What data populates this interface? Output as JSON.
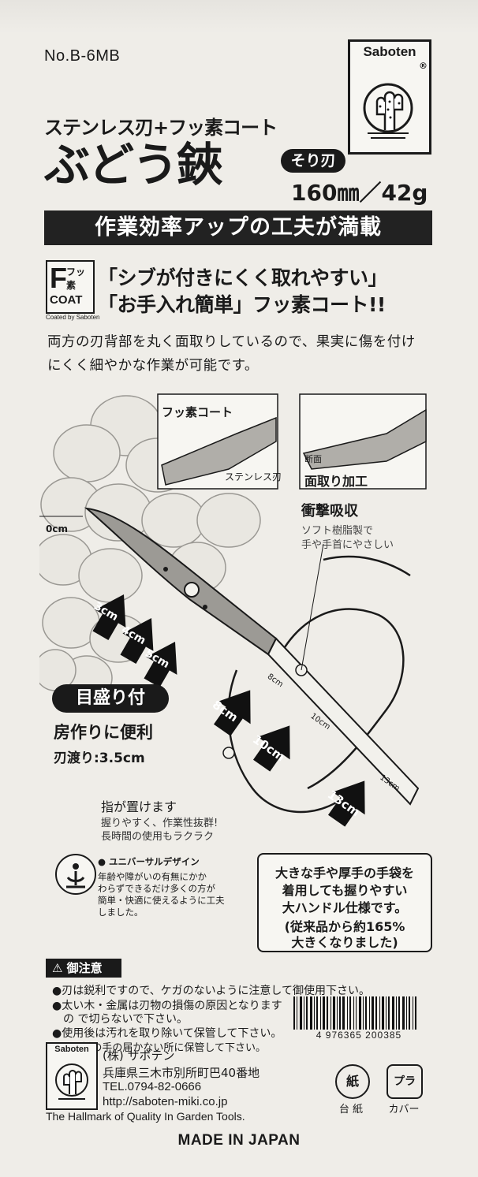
{
  "header": {
    "sku": "No.B-6MB",
    "brand": "Saboten",
    "registered": "®",
    "subtitle": "ステンレス刃+フッ素コート",
    "title": "ぶどう鋏",
    "blade_badge": "そり刃",
    "spec": "160㎜／42g"
  },
  "banner": "作業効率アップの工夫が満載",
  "fcoat": {
    "letter": "F",
    "small": "フッ素",
    "coat": "COAT",
    "coated_by": "Coated by Saboten"
  },
  "claims": [
    "「シブが付きにくく取れやすい」",
    "「お手入れ簡単」フッ素コート!!"
  ],
  "description": [
    "両方の刃背部を丸く面取りしているので、果実に傷を付け",
    "にくく細やかな作業が可能です。"
  ],
  "illustration": {
    "inset1_label_top": "フッ素コート",
    "inset1_label_bottom": "ステンレス刃",
    "inset2_label_small": "断面",
    "inset2_label": "面取り加工",
    "shock_title": "衝撃吸収",
    "shock_text": [
      "ソフト樹脂製で",
      "手や手首にやさしい"
    ],
    "zero_mark": "0cm",
    "arrows": [
      "3cm",
      "4cm",
      "5cm",
      "8cm",
      "10cm",
      "13cm"
    ],
    "blade_scale": [
      "8cm",
      "10cm",
      "13cm"
    ]
  },
  "graduation": {
    "badge": "目盛り付",
    "title": "房作りに便利",
    "blade_length": "刃渡り:3.5cm"
  },
  "finger_rest": {
    "title": "指が置けます",
    "lines": [
      "握りやすく、作業性抜群!",
      "長時間の使用もラクラク"
    ]
  },
  "universal_design": {
    "title": "● ユニバーサルデザイン",
    "lines": [
      "年齢や障がいの有無にかか",
      "わらずできるだけ多くの方が",
      "簡単・快適に使えるように工夫",
      "しました。"
    ]
  },
  "big_handle": {
    "lines": [
      "大きな手や厚手の手袋を",
      "着用しても握りやすい",
      "大ハンドル仕様です。",
      "(従来品から約165%",
      "大きくなりました)"
    ]
  },
  "caution": {
    "title": "⚠ 御注意",
    "items": [
      "●刃は鋭利ですので、ケガのないように注意して御使用下さい。",
      "●太い木・金属は刃物の損傷の原因となります",
      "　の で切らないで下さい。",
      "●使用後は汚れを取り除いて保管して下さい。",
      "●お子様の手の届かない所に保管して下さい。"
    ]
  },
  "barcode_number": "4 976365 200385",
  "company": {
    "logo_text": "Saboten",
    "name": "(株) サボテン",
    "address": "兵庫県三木市別所町巴40番地",
    "tel": "TEL.0794-82-0666",
    "url": "http://saboten-miki.co.jp",
    "hallmark": "The Hallmark of Quality In Garden Tools."
  },
  "recycle": {
    "paper_mark": "紙",
    "paper_label": "台 紙",
    "plastic_mark": "プラ",
    "plastic_label": "カバー"
  },
  "made_in": "MADE IN JAPAN"
}
